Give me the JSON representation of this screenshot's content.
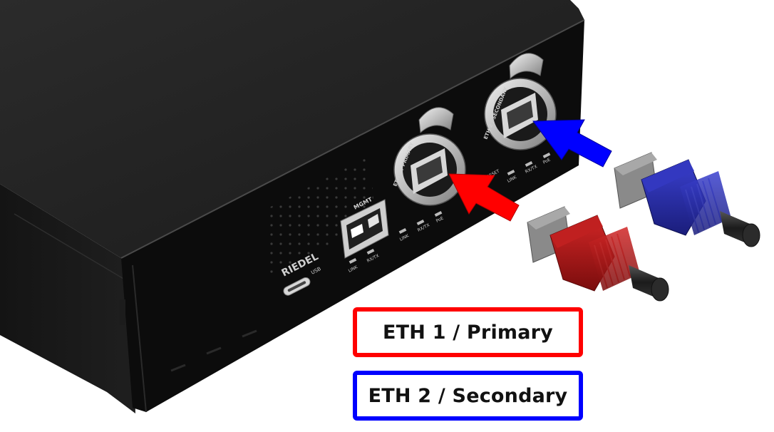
{
  "device": {
    "brand": "RIEDEL",
    "usb_label": "USB",
    "mgmt_label": "MGMT",
    "mgmt_led_labels": [
      "LINK",
      "RX/TX"
    ],
    "eth1_ring_label": "ETH 1 / PRIMARY",
    "eth2_ring_label": "ETH 2 / SECONDARY",
    "eth1_led_labels": [
      "LINK",
      "RX/TX",
      "PoE"
    ],
    "reset_label": "RESET",
    "eth2_led_labels": [
      "LINK",
      "RX/TX",
      "PoE"
    ]
  },
  "callouts": [
    {
      "text": "ETH 1 / Primary",
      "color": "#ff0000"
    },
    {
      "text": "ETH 2 / Secondary",
      "color": "#0000ff"
    }
  ],
  "colors": {
    "primary": "#ff0000",
    "secondary": "#0000ff",
    "plug_primary": "#b11515",
    "plug_secondary": "#2a2fb0"
  }
}
